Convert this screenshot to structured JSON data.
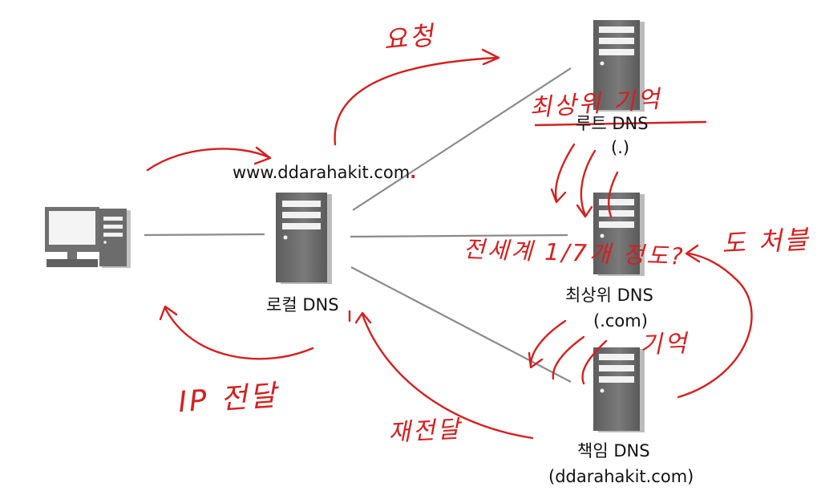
{
  "labels": {
    "domain_query_text": "www.ddarahakit.com",
    "domain_query_dot": ".",
    "root_dns": "루트 DNS",
    "root_dns_zone": "(.)",
    "local_dns": "로컬 DNS",
    "tld_dns": "최상위 DNS",
    "tld_dns_zone": "(.com)",
    "auth_dns": "책임 DNS",
    "auth_dns_zone": "(ddarahakit.com)"
  },
  "annotations": {
    "request": "요청",
    "tld_memory": "최상위 기억",
    "full_count": "전세계 1/7개 정도?",
    "expand": "도 처블",
    "ip_deliver": "IP 전달",
    "answer_deliver": "재전달",
    "memory": "기억"
  },
  "colors": {
    "server_body": "#6f6f6f",
    "server_shadow": "#bcbcbc",
    "server_slot": "#f2f2f2",
    "connector_line": "#8a8a8a",
    "annotation_red": "#d42020",
    "text": "#111111"
  },
  "icons": [
    "desktop-computer-icon",
    "server-icon"
  ]
}
